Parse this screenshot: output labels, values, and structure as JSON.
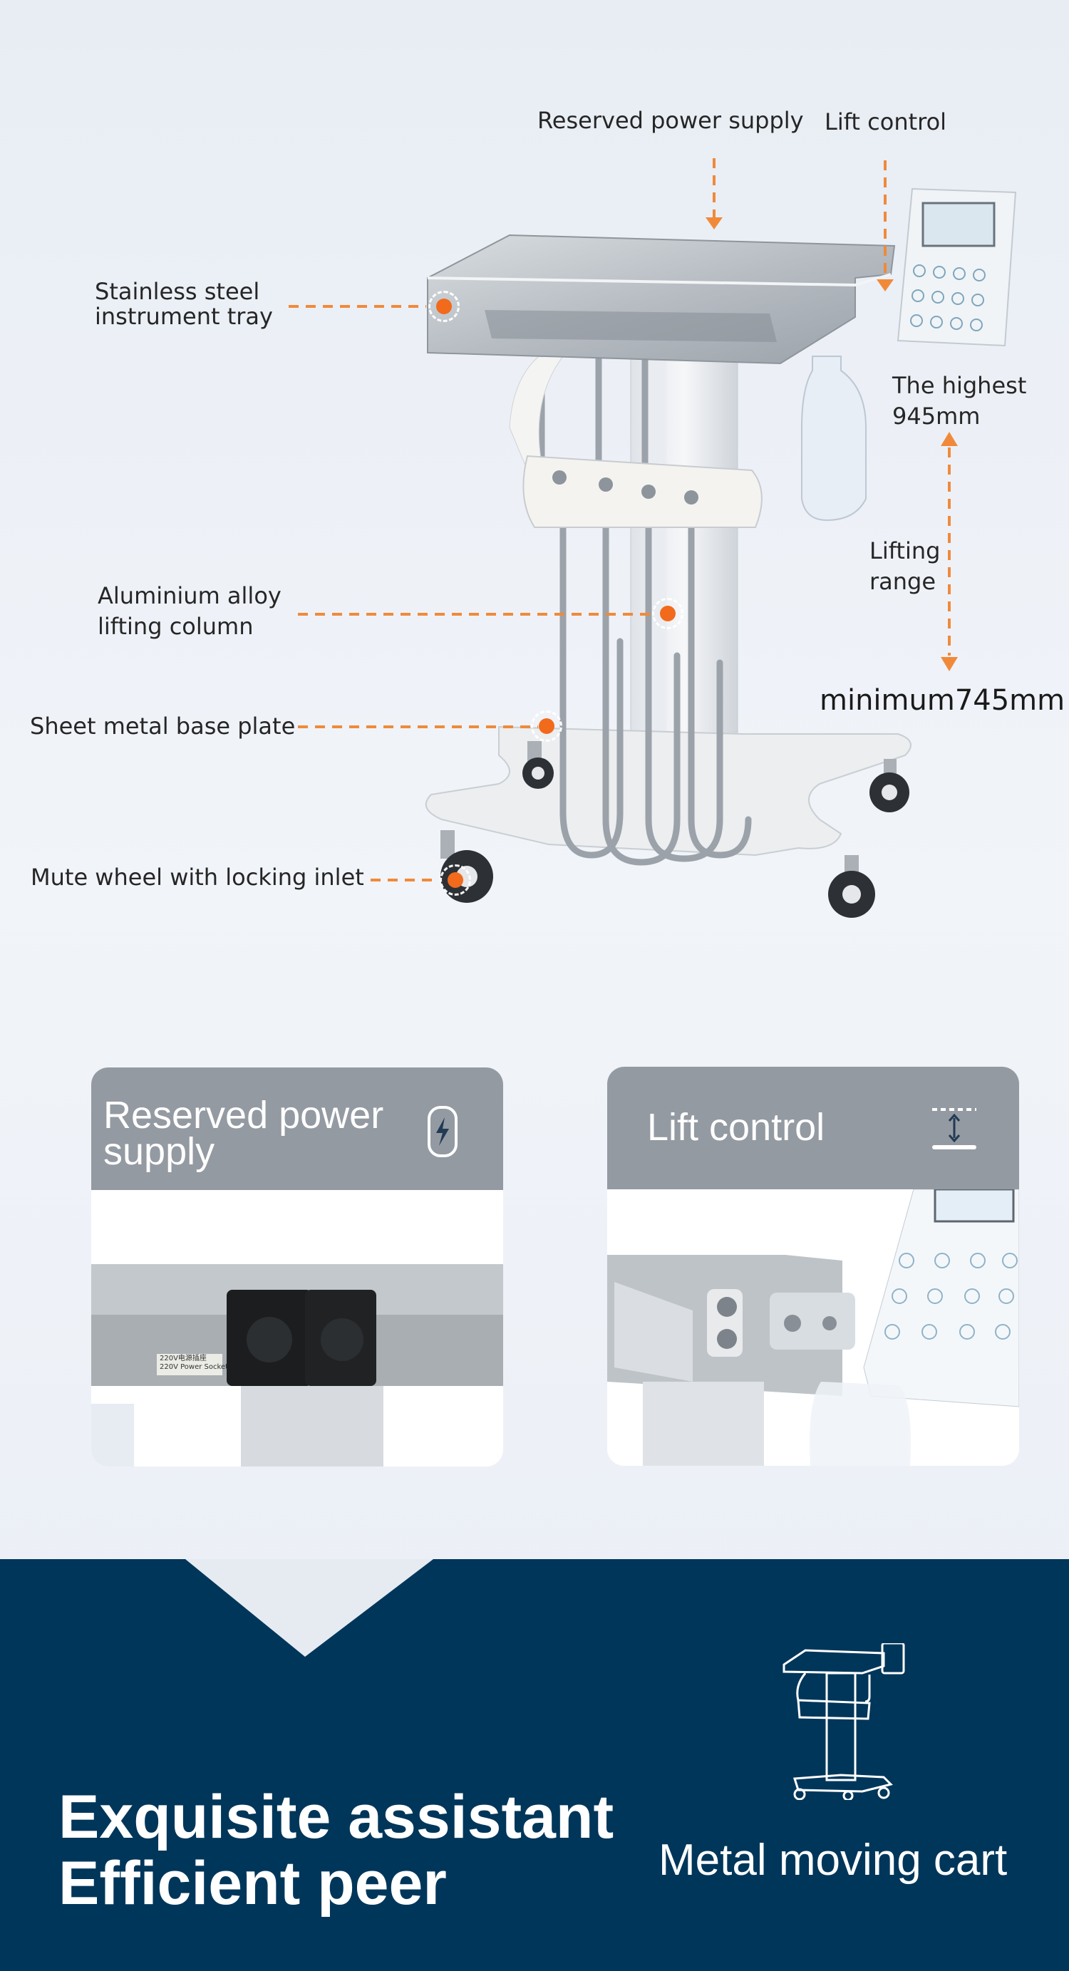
{
  "callouts": {
    "reserved_power": "Reserved power supply",
    "lift_control": "Lift control",
    "tray": "Stainless steel\ninstrument tray",
    "column": "Aluminium alloy\nlifting column",
    "base": "Sheet metal base plate",
    "wheel": "Mute wheel with locking inlet",
    "highest": "The highest\n945mm",
    "range": "Lifting\nrange",
    "minimum": "minimum745mm"
  },
  "cards": [
    {
      "title": "Reserved power\nsupply",
      "icon": "power-plug-icon",
      "socket_label": "220V电源插座\n220V Power Socket"
    },
    {
      "title": "Lift control",
      "icon": "lift-arrows-icon"
    }
  ],
  "footer": {
    "slogan_line1": "Exquisite assistant",
    "slogan_line2": "Efficient peer",
    "subtitle": "Metal moving cart",
    "icon": "cart-outline-icon"
  },
  "colors": {
    "accent": "#f26a1b",
    "card_header": "#949aa2",
    "footer_bg": "#00365a"
  }
}
